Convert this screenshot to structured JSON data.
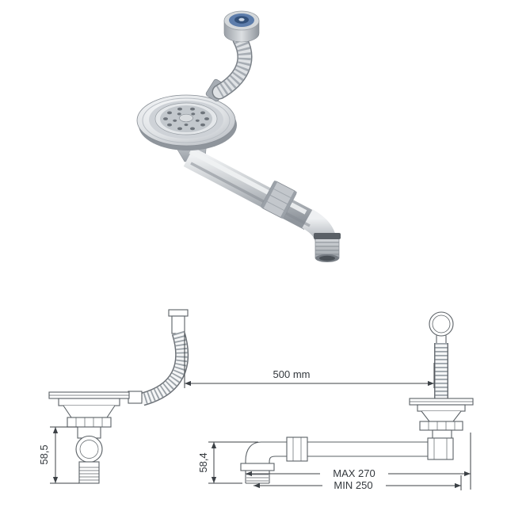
{
  "page": {
    "background": "#ffffff"
  },
  "dimensions": {
    "hose_span_label": "500 mm",
    "left_height_label": "58,5",
    "right_height_label": "58,4",
    "pipe_max_label": "MAX 270",
    "pipe_min_label": "MIN 250"
  },
  "colors": {
    "line": "#5b6166",
    "dimension_text": "#33383d",
    "metal_light": "#eef0f2",
    "metal_mid": "#c6cace",
    "metal_dark": "#8f959c",
    "overflow_cap_blue": "#5d7dab"
  }
}
